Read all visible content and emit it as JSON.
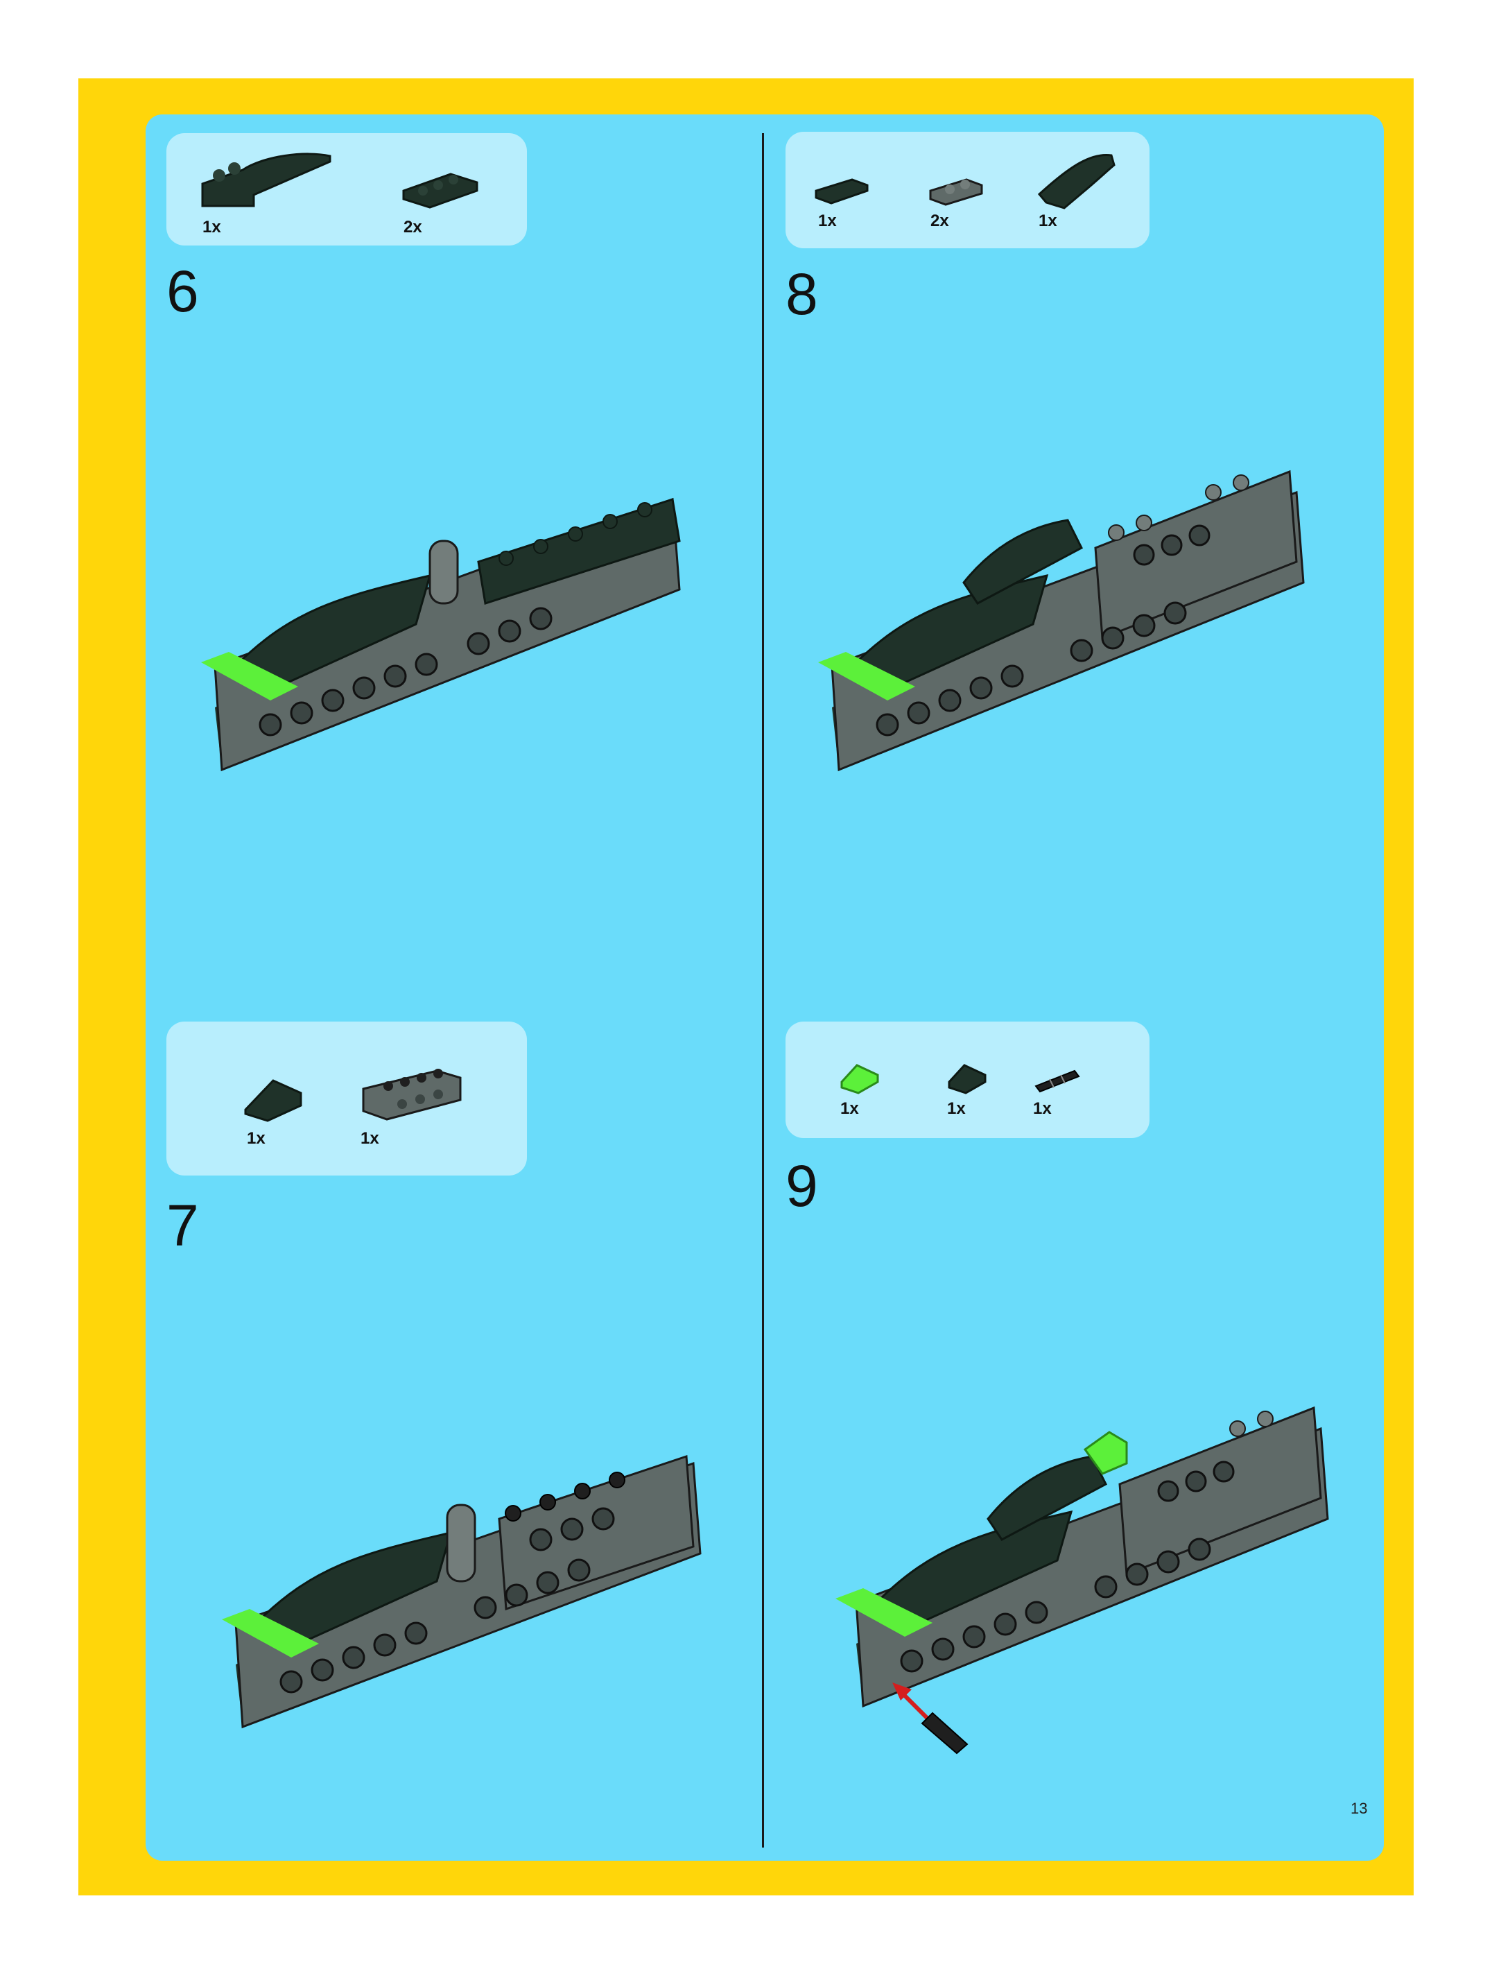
{
  "page_number": "13",
  "steps": [
    {
      "number": "6",
      "parts": [
        {
          "qty": "1x",
          "icon": "curved-slope-brick-dark-green"
        },
        {
          "qty": "2x",
          "icon": "plate-1x3-dark-green"
        }
      ]
    },
    {
      "number": "7",
      "parts": [
        {
          "qty": "1x",
          "icon": "slope-brick-dark-green"
        },
        {
          "qty": "1x",
          "icon": "technic-brick-1x4-dark-gray"
        }
      ]
    },
    {
      "number": "8",
      "parts": [
        {
          "qty": "1x",
          "icon": "tile-1x2-dark-green"
        },
        {
          "qty": "2x",
          "icon": "plate-1x2-gray"
        },
        {
          "qty": "1x",
          "icon": "curved-slope-dark-green"
        }
      ]
    },
    {
      "number": "9",
      "parts": [
        {
          "qty": "1x",
          "icon": "slope-lime-green"
        },
        {
          "qty": "1x",
          "icon": "slope-dark-green"
        },
        {
          "qty": "1x",
          "icon": "technic-pin-black"
        }
      ]
    }
  ],
  "colors": {
    "frame": "#ffd60a",
    "panel": "#6adcfa",
    "callout": "#b8eefd",
    "dark_green": "#1f3229",
    "gray": "#5f6a68",
    "lime": "#5cf03a",
    "arrow": "#d41e1e"
  }
}
